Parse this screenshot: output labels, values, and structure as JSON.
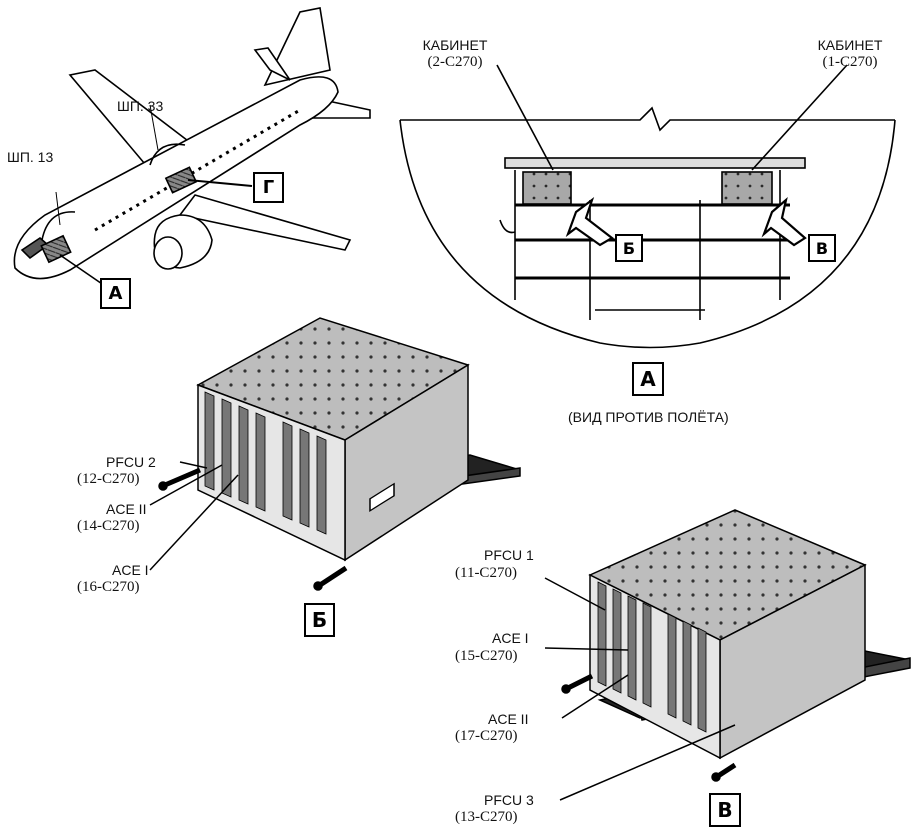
{
  "frames": {
    "f13": "ШП. 13",
    "f33": "ШП. 33"
  },
  "callouts": {
    "A": "А",
    "G": "Г",
    "B": "Б",
    "V": "В"
  },
  "cabinets": {
    "left_name": "КАБИНЕТ",
    "left_ref": "(2-C270)",
    "right_name": "КАБИНЕТ",
    "right_ref": "(1-C270)"
  },
  "view_caption": "(ВИД ПРОТИВ ПОЛЁТА)",
  "rack_b": {
    "pfcu2": "PFCU 2",
    "pfcu2_ref": "(12-C270)",
    "ace2": "ACE II",
    "ace2_ref": "(14-C270)",
    "ace1": "ACE I",
    "ace1_ref": "(16-C270)"
  },
  "rack_v": {
    "pfcu1": "PFCU 1",
    "pfcu1_ref": "(11-C270)",
    "ace1": "ACE I",
    "ace1_ref": "(15-C270)",
    "ace2": "ACE II",
    "ace2_ref": "(17-C270)",
    "pfcu3": "PFCU 3",
    "pfcu3_ref": "(13-C270)"
  },
  "colors": {
    "ink": "#000000",
    "paper": "#ffffff",
    "shade": "#9a9a9a"
  }
}
